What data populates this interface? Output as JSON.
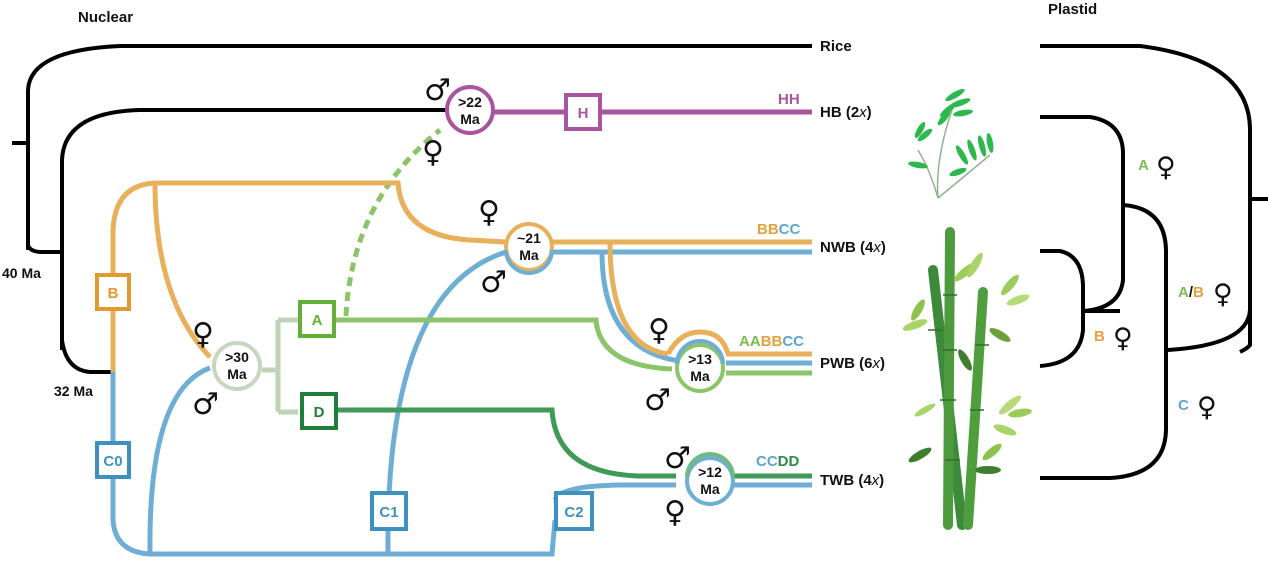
{
  "headings": {
    "nuclear": "Nuclear",
    "plastid": "Plastid"
  },
  "colors": {
    "A": "#7DBA4F",
    "B": "#E4A23E",
    "C": "#5AA6CF",
    "D": "#2E8B4A",
    "H": "#A24F97",
    "black": "#000000"
  },
  "ages": {
    "root_node": "40 Ma",
    "b_c_node": "32 Ma"
  },
  "taxa": [
    {
      "id": "rice",
      "label": "Rice",
      "genome": []
    },
    {
      "id": "hb",
      "label": "HB (2",
      "ploidy": "x",
      "suffix": ")",
      "genome": [
        {
          "t": "HH",
          "c": "H"
        }
      ]
    },
    {
      "id": "nwb",
      "label": "NWB (4",
      "ploidy": "x",
      "suffix": ")",
      "genome": [
        {
          "t": "BB",
          "c": "B"
        },
        {
          "t": "CC",
          "c": "C"
        }
      ]
    },
    {
      "id": "pwb",
      "label": "PWB (6",
      "ploidy": "x",
      "suffix": ")",
      "genome": [
        {
          "t": "AA",
          "c": "A"
        },
        {
          "t": "BB",
          "c": "B"
        },
        {
          "t": "CC",
          "c": "C"
        }
      ]
    },
    {
      "id": "twb",
      "label": "TWB (4",
      "ploidy": "x",
      "suffix": ")",
      "genome": [
        {
          "t": "CC",
          "c": "C"
        },
        {
          "t": "DD",
          "c": "D"
        }
      ]
    }
  ],
  "genome_labels": {
    "hb": "HH",
    "nwb_b": "BB",
    "nwb_c": "CC",
    "pwb_a": "AA",
    "pwb_b": "BB",
    "pwb_c": "CC",
    "twb_c": "CC",
    "twb_d": "DD"
  },
  "subgenome_boxes": {
    "H": "H",
    "B": "B",
    "A": "A",
    "D": "D",
    "C0": "C0",
    "C1": "C1",
    "C2": "C2"
  },
  "hybridization_nodes": [
    {
      "id": "n22",
      "line1": ">22",
      "line2": "Ma",
      "female": "♀",
      "male": "♂"
    },
    {
      "id": "n21",
      "line1": "~21",
      "line2": "Ma",
      "female": "♀",
      "male": "♂"
    },
    {
      "id": "n30",
      "line1": ">30",
      "line2": "Ma",
      "female": "♀",
      "male": "♂"
    },
    {
      "id": "n13",
      "line1": ">13",
      "line2": "Ma",
      "female": "♀",
      "male": "♂"
    },
    {
      "id": "n12",
      "line1": ">12",
      "line2": "Ma",
      "female": "♀",
      "male": "♂"
    }
  ],
  "symbols": {
    "female": "♀",
    "male": "♂"
  },
  "plastid_labels": [
    {
      "id": "pA",
      "parts": [
        {
          "t": "A",
          "c": "A"
        }
      ],
      "sex": "♀"
    },
    {
      "id": "pAB",
      "parts": [
        {
          "t": "A",
          "c": "A"
        },
        {
          "t": "/",
          "c": "black"
        },
        {
          "t": "B",
          "c": "B"
        }
      ],
      "sex": "♀"
    },
    {
      "id": "pB",
      "parts": [
        {
          "t": "B",
          "c": "B"
        }
      ],
      "sex": "♀"
    },
    {
      "id": "pC",
      "parts": [
        {
          "t": "C",
          "c": "C"
        }
      ],
      "sex": "♀"
    }
  ],
  "plastid": {
    "pA_letter": "A",
    "pAB_a": "A",
    "pAB_slash": "/",
    "pAB_b": "B",
    "pB_letter": "B",
    "pC_letter": "C"
  },
  "illustrations": [
    {
      "id": "herbaceous-bamboo",
      "desc": "herbaceous bamboo illustration"
    },
    {
      "id": "woody-bamboo",
      "desc": "woody bamboo illustration"
    }
  ]
}
